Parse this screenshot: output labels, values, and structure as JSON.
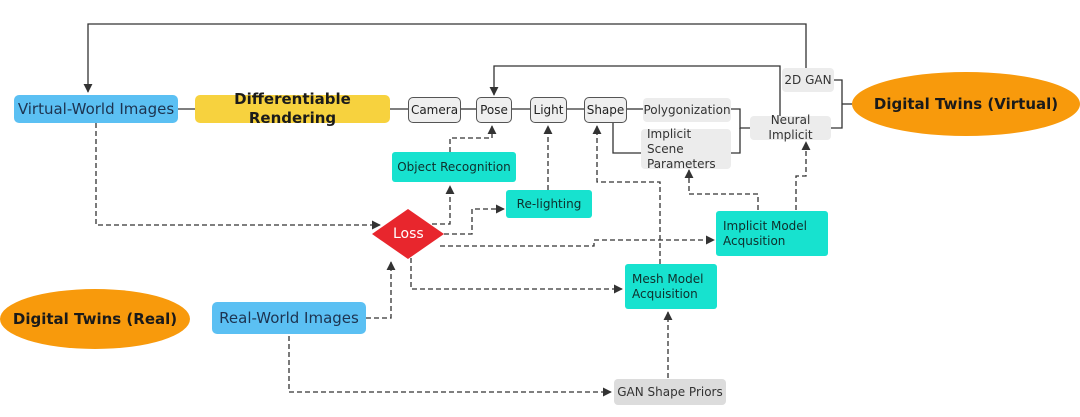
{
  "nodes": {
    "virtual_world_images": "Virtual-World Images",
    "differentiable_rendering": "Differentiable Rendering",
    "camera": "Camera",
    "pose": "Pose",
    "light": "Light",
    "shape": "Shape",
    "polygonization": "Polygonization",
    "implicit_scene_parameters": "Implicit Scene Parameters",
    "neural_implicit": "Neural Implicit",
    "gan_2d": "2D GAN",
    "digital_twins_virtual": "Digital Twins (Virtual)",
    "object_recognition": "Object Recognition",
    "re_lighting": "Re-lighting",
    "loss": "Loss",
    "implicit_model_acquisition": "Implicit Model Acqusition",
    "mesh_model_acquisition": "Mesh Model Acquisition",
    "digital_twins_real": "Digital Twins (Real)",
    "real_world_images": "Real-World Images",
    "gan_shape_priors": "GAN Shape Priors"
  },
  "colors": {
    "image_node": "#5bc0f3",
    "rendering": "#f7d23e",
    "digital_twins": "#f89a0c",
    "task_node": "#17e2cf",
    "loss": "#e8262d"
  }
}
